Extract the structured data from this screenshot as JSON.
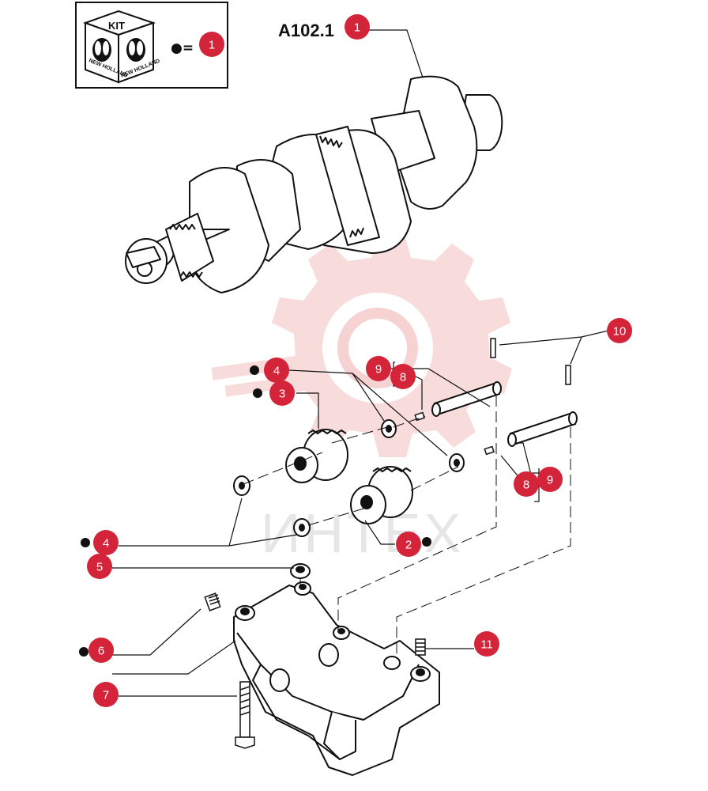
{
  "diagram": {
    "reference": "A102.1",
    "kit_box": {
      "kit_label": "KIT",
      "brand_text": "NEW HOLLAND",
      "legend_symbol": "●=",
      "legend_callout": "1"
    },
    "watermark_text": "ИНТЕХ",
    "colors": {
      "callout_fill": "#d3243a",
      "line": "#111111",
      "watermark": "#f3c4c4"
    },
    "callouts": [
      {
        "id": "c1-top",
        "label": "1",
        "kit_dot": false
      },
      {
        "id": "c10",
        "label": "10",
        "kit_dot": false
      },
      {
        "id": "c4-upper",
        "label": "4",
        "kit_dot": true
      },
      {
        "id": "c3",
        "label": "3",
        "kit_dot": true
      },
      {
        "id": "c9-upper",
        "label": "9",
        "kit_dot": false
      },
      {
        "id": "c8-upper",
        "label": "8",
        "kit_dot": false
      },
      {
        "id": "c8-lower",
        "label": "8",
        "kit_dot": false
      },
      {
        "id": "c9-lower",
        "label": "9",
        "kit_dot": false
      },
      {
        "id": "c4-lower",
        "label": "4",
        "kit_dot": true
      },
      {
        "id": "c2",
        "label": "2",
        "kit_dot": true
      },
      {
        "id": "c5",
        "label": "5",
        "kit_dot": false
      },
      {
        "id": "c11",
        "label": "11",
        "kit_dot": false
      },
      {
        "id": "c6",
        "label": "6",
        "kit_dot": true
      },
      {
        "id": "c7",
        "label": "7",
        "kit_dot": false
      }
    ]
  }
}
